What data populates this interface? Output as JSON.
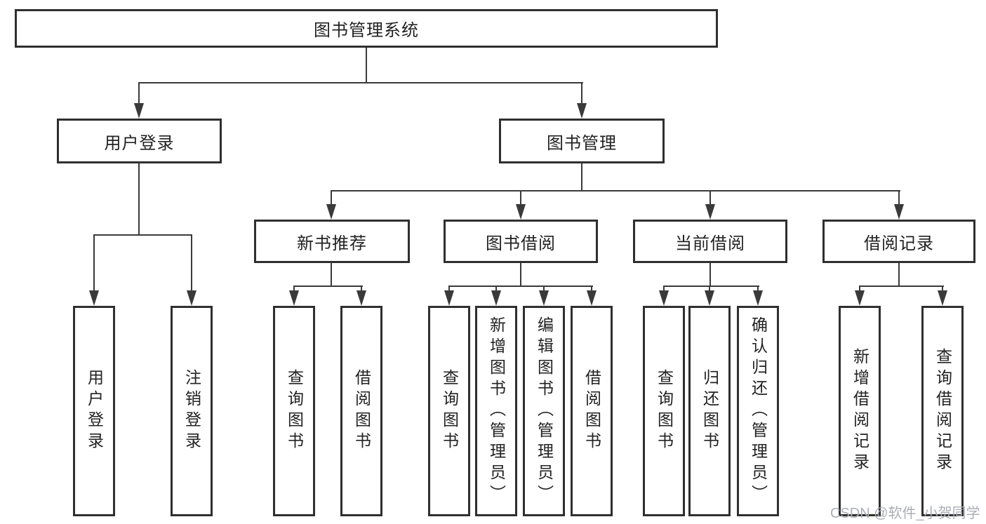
{
  "diagram": {
    "root": {
      "label": "图书管理系统"
    },
    "level2": [
      {
        "label": "用户登录"
      },
      {
        "label": "图书管理"
      }
    ],
    "level3": [
      {
        "label": "新书推荐"
      },
      {
        "label": "图书借阅"
      },
      {
        "label": "当前借阅"
      },
      {
        "label": "借阅记录"
      }
    ],
    "leaves": [
      {
        "label": "用户登录"
      },
      {
        "label": "注销登录"
      },
      {
        "label": "查询图书"
      },
      {
        "label": "借阅图书"
      },
      {
        "label": "查询图书"
      },
      {
        "label": "新增图书（管理员）"
      },
      {
        "label": "编辑图书（管理员）"
      },
      {
        "label": "借阅图书"
      },
      {
        "label": "查询图书"
      },
      {
        "label": "归还图书"
      },
      {
        "label": "确认归还（管理员）"
      },
      {
        "label": "新增借阅记录"
      },
      {
        "label": "查询借阅记录"
      }
    ],
    "watermark": "CSDN @软件_小贺同学",
    "colors": {
      "line": "#3a3a3a",
      "box_border": "#2f2f2f",
      "text": "#222222",
      "watermark": "#abaeb5",
      "background": "#ffffff"
    }
  }
}
